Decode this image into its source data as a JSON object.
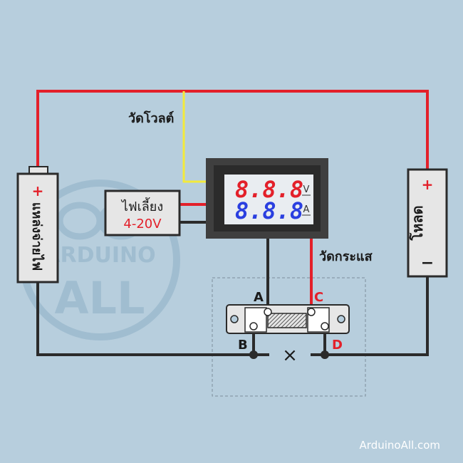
{
  "colors": {
    "background": "#b7cedd",
    "wire_red": "#e3202a",
    "wire_yellow": "#f3ea3c",
    "wire_black": "#2b2b2b",
    "module_body": "#3f3f3f",
    "lcd_bg": "#e9edf1",
    "digit_red": "#e3202a",
    "digit_blue": "#2a3fe0",
    "component_fill": "#e6e6e6",
    "watermark": "#8fb0c7"
  },
  "labels": {
    "volt_measure": "วัดโวลต์",
    "current_measure": "วัดกระแส",
    "supply_title": "ไฟเลี้ยง",
    "supply_voltage": "4-20V",
    "source_battery": "แหล่งจ่ายไฟ",
    "load": "โหลด",
    "plus": "+",
    "minus": "−",
    "terminal_a": "A",
    "terminal_b": "B",
    "terminal_c": "C",
    "terminal_d": "D",
    "cut_mark": "×"
  },
  "meter": {
    "volt_digits": "8.8.8",
    "amp_digits": "8.8.8",
    "volt_unit": "V",
    "amp_unit": "A"
  },
  "watermark": {
    "brand": "ARDUINO",
    "suffix": "ALL"
  },
  "footer": {
    "credit": "ArduinoAll.com"
  }
}
